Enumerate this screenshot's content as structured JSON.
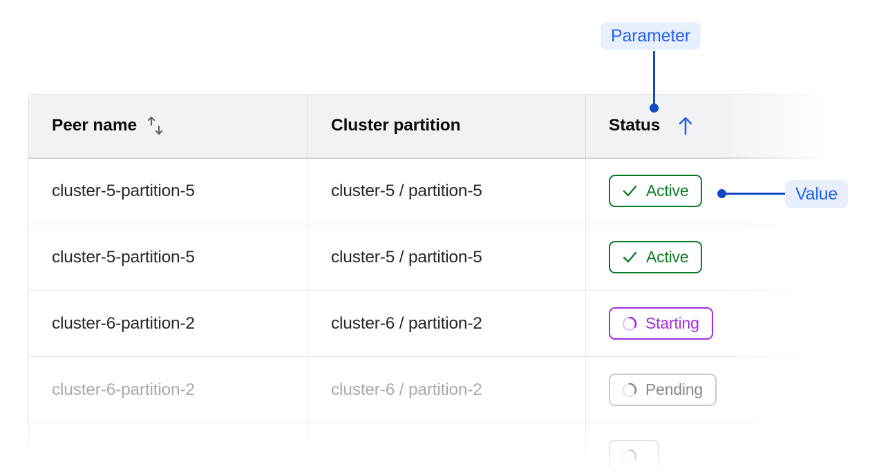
{
  "table": {
    "columns": [
      {
        "label": "Peer name",
        "sort_icon": "sort-updown-icon",
        "sort_state": "none"
      },
      {
        "label": "Cluster partition",
        "sort_icon": null,
        "sort_state": "none"
      },
      {
        "label": "Status",
        "sort_icon": "arrow-up-icon",
        "sort_state": "ascending"
      }
    ],
    "rows": [
      {
        "peer_name": "cluster-5-partition-5",
        "cluster_partition": "cluster-5 / partition-5",
        "status": {
          "label": "Active",
          "icon": "check-icon",
          "variant": "active"
        },
        "faded": false
      },
      {
        "peer_name": "cluster-5-partition-5",
        "cluster_partition": "cluster-5 / partition-5",
        "status": {
          "label": "Active",
          "icon": "check-icon",
          "variant": "active"
        },
        "faded": false
      },
      {
        "peer_name": "cluster-6-partition-2",
        "cluster_partition": "cluster-6 / partition-2",
        "status": {
          "label": "Starting",
          "icon": "spinner-icon",
          "variant": "starting"
        },
        "faded": false
      },
      {
        "peer_name": "cluster-6-partition-2",
        "cluster_partition": "cluster-6 / partition-2",
        "status": {
          "label": "Pending",
          "icon": "spinner-icon",
          "variant": "pending"
        },
        "faded": true
      },
      {
        "peer_name": "",
        "cluster_partition": "",
        "status": {
          "label": "",
          "icon": "spinner-icon",
          "variant": "pending"
        },
        "faded": true
      }
    ]
  },
  "annotations": [
    {
      "label": "Parameter",
      "target": "status-column-header",
      "connector": "vertical"
    },
    {
      "label": "Value",
      "target": "status-badge-row-1",
      "connector": "horizontal"
    }
  ],
  "colors": {
    "accent_blue": "#2563eb",
    "annotation_line": "#1447c4",
    "callout_bg": "#e8effd",
    "status_active": "#0b7c26",
    "status_starting": "#a22ce0",
    "status_pending": "#85888f",
    "header_bg": "#f1f2f4",
    "text_primary": "#25272c",
    "text_faded": "#a7aab1"
  }
}
